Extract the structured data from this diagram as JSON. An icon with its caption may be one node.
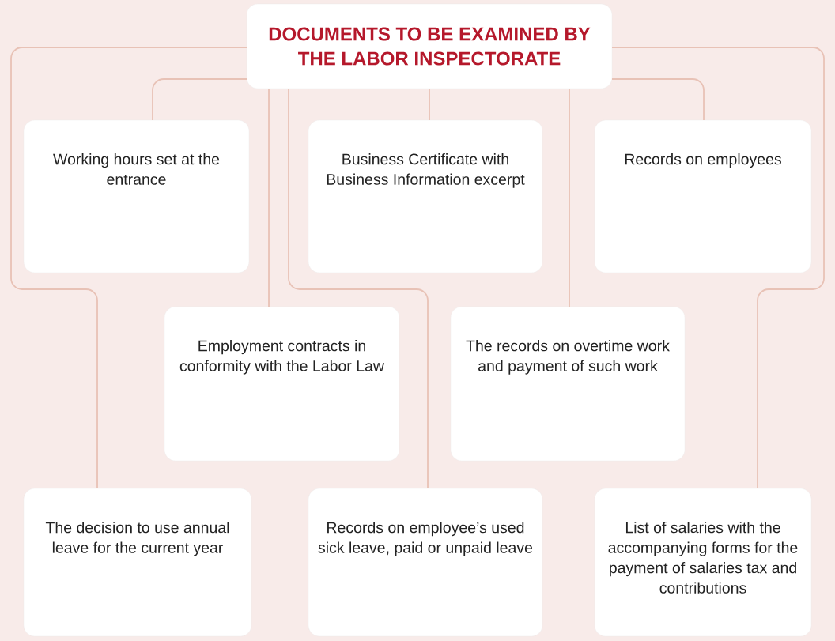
{
  "diagram": {
    "nodes": [
      {
        "text": [
          "DOCUMENTS TO BE EXAMINED BY THE LABOR INSPECTORATE"
        ]
      },
      {
        "text": [
          "Working hours set at the entrance"
        ]
      },
      {
        "text": [
          "Business Certificate with Business Information excerpt"
        ]
      },
      {
        "text": [
          "Records on employees"
        ]
      },
      {
        "text": [
          "Employment contracts in conformity with the Labor Law"
        ]
      },
      {
        "text": [
          "The records on overtime work and payment of such work"
        ]
      },
      {
        "text": [
          "The decision to use annual leave for the current year"
        ]
      },
      {
        "text": [
          "Records on employee’s used sick leave, paid or unpaid leave"
        ]
      },
      {
        "text": [
          "List of salaries with the accompanying forms for the payment of salaries tax and contributions"
        ]
      }
    ],
    "edges": [
      {
        "from": 0,
        "to": 1,
        "arrow": "none"
      },
      {
        "from": 0,
        "to": 2,
        "arrow": "none"
      },
      {
        "from": 0,
        "to": 3,
        "arrow": "none"
      },
      {
        "from": 0,
        "to": 4,
        "arrow": "none"
      },
      {
        "from": 0,
        "to": 5,
        "arrow": "none"
      },
      {
        "from": 0,
        "to": 6,
        "arrow": "none"
      },
      {
        "from": 0,
        "to": 7,
        "arrow": "none"
      },
      {
        "from": 0,
        "to": 8,
        "arrow": "none"
      }
    ]
  }
}
